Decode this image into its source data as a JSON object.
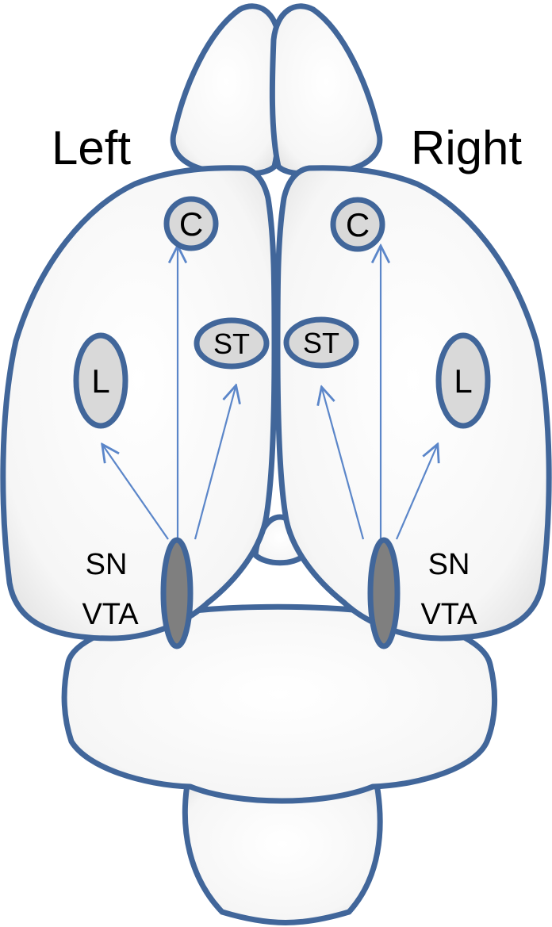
{
  "hemispheres": {
    "left": {
      "title": "Left",
      "cortex": "C",
      "striatum": "ST",
      "limbic": "L",
      "midbrain": [
        "SN",
        "VTA"
      ]
    },
    "right": {
      "title": "Right",
      "cortex": "C",
      "striatum": "ST",
      "limbic": "L",
      "midbrain": [
        "SN",
        "VTA"
      ]
    }
  },
  "colors": {
    "outline": "#41669a",
    "arrow": "#5b86c9",
    "region_fill": "#d9d9d9",
    "nucleus_fill": "#7f7f7f",
    "brain_fill": "#f7f7f7"
  }
}
